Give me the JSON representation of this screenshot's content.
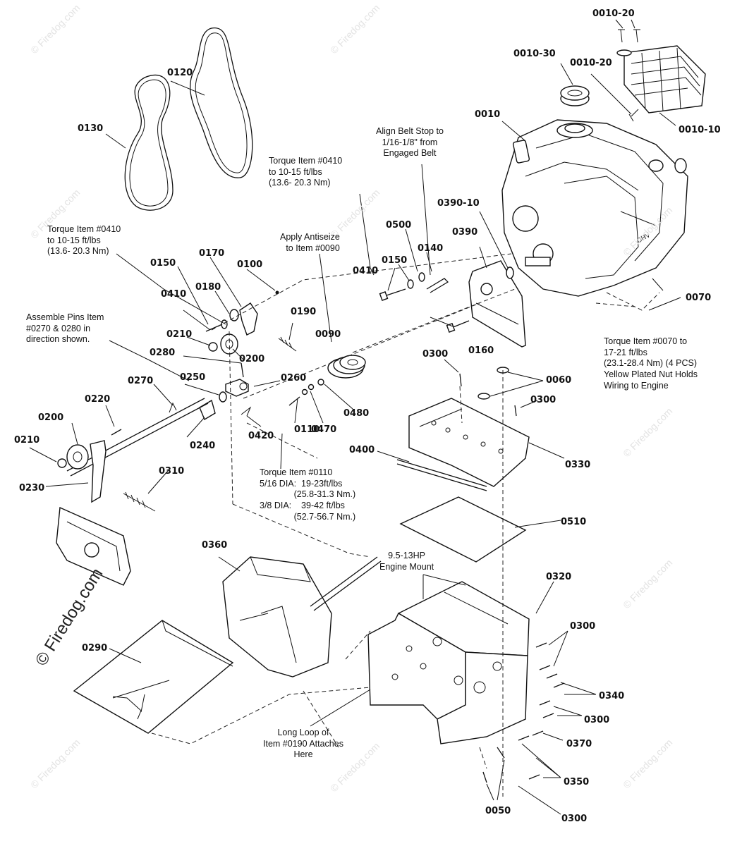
{
  "watermark": "© Firedog.com",
  "labels": {
    "p0010_20a": "0010-20",
    "p0010_30": "0010-30",
    "p0010_20b": "0010-20",
    "p0010_10": "0010-10",
    "p0010": "0010",
    "p0120": "0120",
    "p0130": "0130",
    "p0500": "0500",
    "p0140": "0140",
    "p0150a": "0150",
    "p0410a": "0410",
    "p0390_10": "0390-10",
    "p0390": "0390",
    "p0150b": "0150",
    "p0170": "0170",
    "p0100": "0100",
    "p0180": "0180",
    "p0410b": "0410",
    "p0190": "0190",
    "p0090": "0090",
    "p0210a": "0210",
    "p0200a": "0200",
    "p0280": "0280",
    "p0160": "0160",
    "p0070": "0070",
    "p0300a": "0300",
    "p0060": "0060",
    "p0270": "0270",
    "p0250": "0250",
    "p0260": "0260",
    "p0300b": "0300",
    "p0220": "0220",
    "p0480": "0480",
    "p0200b": "0200",
    "p0240": "0240",
    "p0420": "0420",
    "p0110": "0110",
    "p0470": "0470",
    "p0210b": "0210",
    "p0400": "0400",
    "p0330": "0330",
    "p0230": "0230",
    "p0310": "0310",
    "p0510": "0510",
    "p0360": "0360",
    "p0320": "0320",
    "p0290": "0290",
    "p0300c": "0300",
    "p0340": "0340",
    "p0300d": "0300",
    "p0370": "0370",
    "p0350": "0350",
    "p0050": "0050",
    "p0300e": "0300"
  },
  "notes": {
    "align_belt": "Align Belt Stop to\n1/16-1/8\" from\nEngaged Belt",
    "torque_0410_top": "Torque Item #0410\nto 10-15 ft/lbs\n(13.6- 20.3 Nm)",
    "torque_0410_left": "Torque Item #0410\nto 10-15 ft/lbs\n(13.6- 20.3 Nm)",
    "antiseize": "Apply Antiseize\nto Item #0090",
    "assemble_pins": "Assemble Pins Item\n#0270 & 0280 in\ndirection shown.",
    "torque_0070": "Torque Item #0070 to\n17-21 ft/lbs\n(23.1-28.4 Nm) (4 PCS)\nYellow Plated Nut Holds\nWiring to Engine",
    "torque_0110": "Torque Item #0110\n5/16 DIA:  19-23ft/lbs\n              (25.8-31.3 Nm.)\n3/8 DIA:    39-42 ft/lbs\n              (52.7-56.7 Nm.)",
    "engine_mount": "9.5-13HP\nEngine Mount",
    "long_loop": "Long Loop of\nItem #0190 Attaches\nHere"
  }
}
